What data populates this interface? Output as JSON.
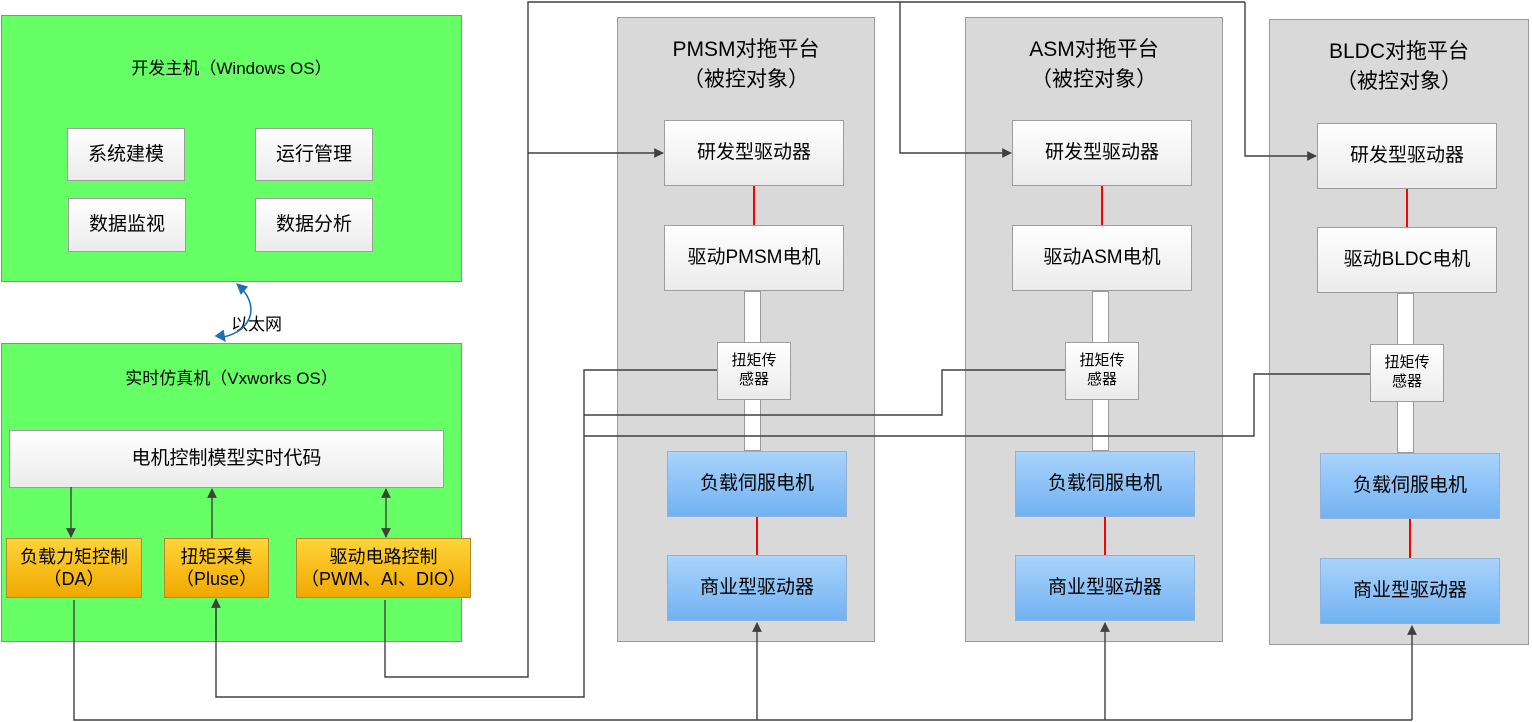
{
  "host": {
    "title": "开发主机（Windows OS）",
    "buttons": [
      "系统建模",
      "运行管理",
      "数据监视",
      "数据分析"
    ]
  },
  "network_label": "以太网",
  "rt": {
    "title": "实时仿真机（Vxworks OS）",
    "code_box": "电机控制模型实时代码",
    "io_boxes": [
      {
        "line1": "负载力矩控制",
        "line2": "（DA）"
      },
      {
        "line1": "扭矩采集",
        "line2": "（Pluse）"
      },
      {
        "line1": "驱动电路控制",
        "line2": "（PWM、AI、DIO）"
      }
    ]
  },
  "platforms": [
    {
      "title": "PMSM对拖平台",
      "subtitle": "（被控对象）",
      "driver": "研发型驱动器",
      "motor": "驱动PMSM电机",
      "sensor_line1": "扭矩传",
      "sensor_line2": "感器",
      "load_motor": "负载伺服电机",
      "commercial_driver": "商业型驱动器"
    },
    {
      "title": "ASM对拖平台",
      "subtitle": "（被控对象）",
      "driver": "研发型驱动器",
      "motor": "驱动ASM电机",
      "sensor_line1": "扭矩传",
      "sensor_line2": "感器",
      "load_motor": "负载伺服电机",
      "commercial_driver": "商业型驱动器"
    },
    {
      "title": "BLDC对拖平台",
      "subtitle": "（被控对象）",
      "driver": "研发型驱动器",
      "motor": "驱动BLDC电机",
      "sensor_line1": "扭矩传",
      "sensor_line2": "感器",
      "load_motor": "负载伺服电机",
      "commercial_driver": "商业型驱动器"
    }
  ],
  "colors": {
    "computer_panel": "#66ff66",
    "platform_panel": "#d9d9d9",
    "io_box": "#f5b800",
    "load_box": "#8ec4f7",
    "coupling_line": "#ff0000",
    "ethernet_arrow": "#1f6fb5",
    "signal_line": "#404040"
  }
}
